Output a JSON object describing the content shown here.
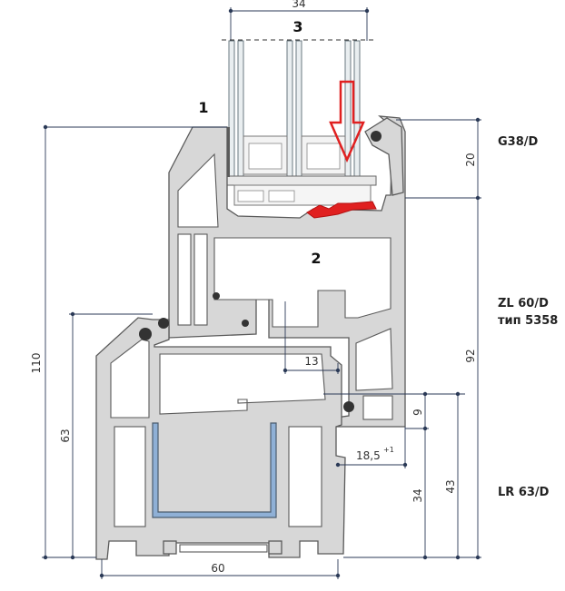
{
  "labels": {
    "item_1": "1",
    "item_2": "2",
    "item_3": "3"
  },
  "profiles": {
    "top": "G38/D",
    "middle_line1": "ZL 60/D",
    "middle_line2": "тип 5358",
    "bottom": "LR 63/D"
  },
  "dimensions": {
    "glass_width": "34",
    "d20": "20",
    "d110": "110",
    "d92": "92",
    "d63": "63",
    "d13": "13",
    "d9": "9",
    "d18_5": "18,5",
    "d18_5_tol": "+1",
    "d34": "34",
    "d43": "43",
    "d60": "60"
  },
  "colors": {
    "profile_fill": "#d7d7d7",
    "reinforcement": "#8fb0d6",
    "arrow": "#e02020",
    "seal_highlight": "#e02020",
    "dimension_line": "#2b3a57"
  }
}
